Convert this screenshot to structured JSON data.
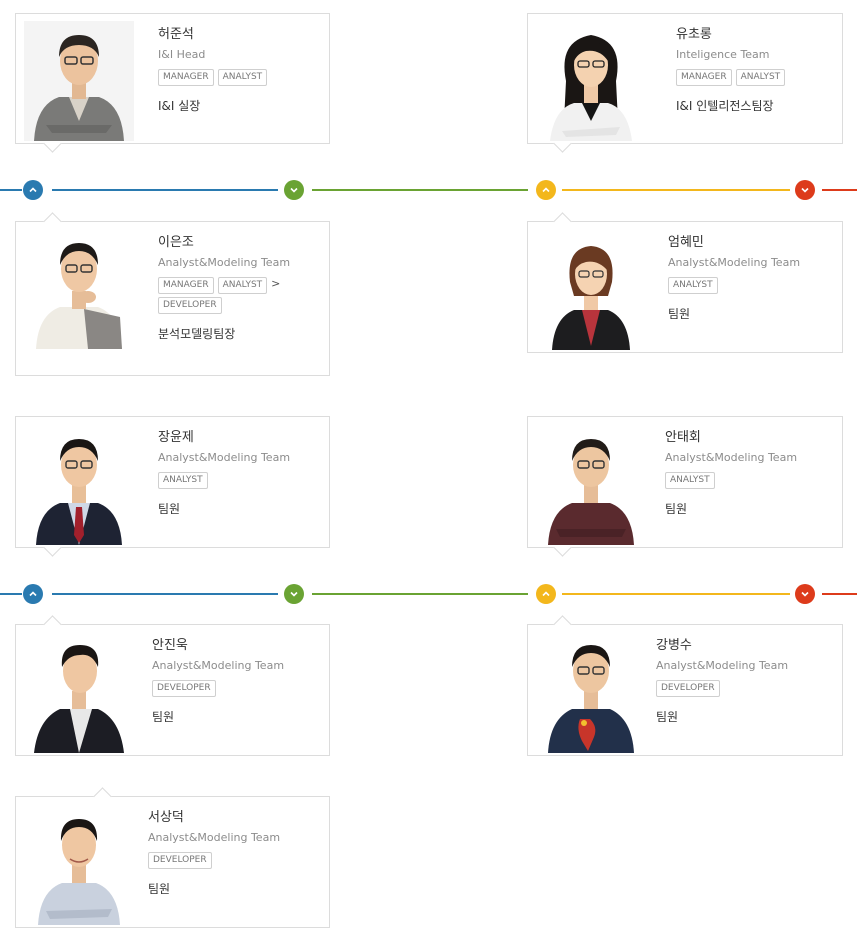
{
  "colors": {
    "blue": "#2a7ab0",
    "green": "#6aa333",
    "yellow": "#f3b71c",
    "red": "#dd3b1b"
  },
  "timeline1": {
    "icons": [
      "chevron-up-icon",
      "chevron-down-icon",
      "chevron-up-icon",
      "chevron-down-icon"
    ]
  },
  "timeline2": {
    "icons": [
      "chevron-up-icon",
      "chevron-down-icon",
      "chevron-up-icon",
      "chevron-down-icon"
    ]
  },
  "members": [
    {
      "name": "허준석",
      "team": "I&I Head",
      "tags": [
        "MANAGER",
        "ANALYST"
      ],
      "role": "I&I 실장"
    },
    {
      "name": "유초롱",
      "team": "Inteligence Team",
      "tags": [
        "MANAGER",
        "ANALYST"
      ],
      "role": "I&I 인텔리전스팀장"
    },
    {
      "name": "이은조",
      "team": "Analyst&Modeling Team",
      "tags": [
        "MANAGER",
        "ANALYST",
        "DEVELOPER"
      ],
      "tag_arrow": ">",
      "role": "분석모델링팀장"
    },
    {
      "name": "엄혜민",
      "team": "Analyst&Modeling Team",
      "tags": [
        "ANALYST"
      ],
      "role": "팀원"
    },
    {
      "name": "장윤제",
      "team": "Analyst&Modeling Team",
      "tags": [
        "ANALYST"
      ],
      "role": "팀원"
    },
    {
      "name": "안태회",
      "team": "Analyst&Modeling Team",
      "tags": [
        "ANALYST"
      ],
      "role": "팀원"
    },
    {
      "name": "안진욱",
      "team": "Analyst&Modeling Team",
      "tags": [
        "DEVELOPER"
      ],
      "role": "팀원"
    },
    {
      "name": "강병수",
      "team": "Analyst&Modeling Team",
      "tags": [
        "DEVELOPER"
      ],
      "role": "팀원"
    },
    {
      "name": "서상덕",
      "team": "Analyst&Modeling Team",
      "tags": [
        "DEVELOPER"
      ],
      "role": "팀원"
    }
  ]
}
